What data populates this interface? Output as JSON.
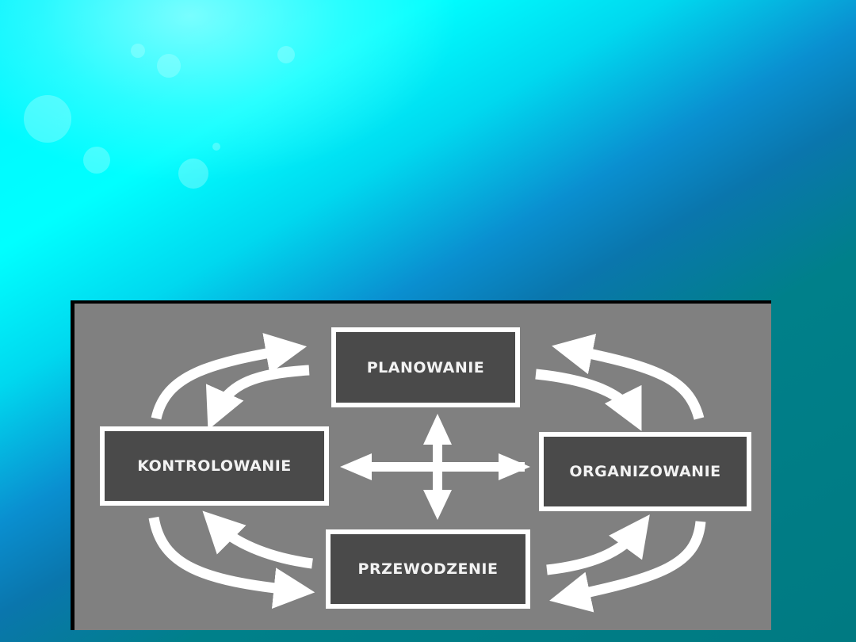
{
  "slide": {
    "background": {
      "description": "underwater light rays",
      "colors": {
        "light": "#00ffff",
        "mid": "#0a76ad",
        "dark": "#007a82"
      }
    }
  },
  "diagram": {
    "panel_color": "#808080",
    "node_fill": "#4a4a4a",
    "node_border": "#ffffff",
    "nodes": {
      "top": {
        "label": "PLANOWANIE"
      },
      "right": {
        "label": "ORGANIZOWANIE"
      },
      "bottom": {
        "label": "PRZEWODZENIE"
      },
      "left": {
        "label": "KONTROLOWANIE"
      }
    },
    "connectors": [
      {
        "from": "KONTROLOWANIE",
        "to": "PLANOWANIE"
      },
      {
        "from": "PLANOWANIE",
        "to": "KONTROLOWANIE"
      },
      {
        "from": "PLANOWANIE",
        "to": "ORGANIZOWANIE"
      },
      {
        "from": "ORGANIZOWANIE",
        "to": "PLANOWANIE"
      },
      {
        "from": "ORGANIZOWANIE",
        "to": "PRZEWODZENIE"
      },
      {
        "from": "PRZEWODZENIE",
        "to": "ORGANIZOWANIE"
      },
      {
        "from": "PRZEWODZENIE",
        "to": "KONTROLOWANIE"
      },
      {
        "from": "KONTROLOWANIE",
        "to": "PRZEWODZENIE"
      }
    ],
    "center": {
      "icon": "four-way-arrow-icon"
    }
  }
}
